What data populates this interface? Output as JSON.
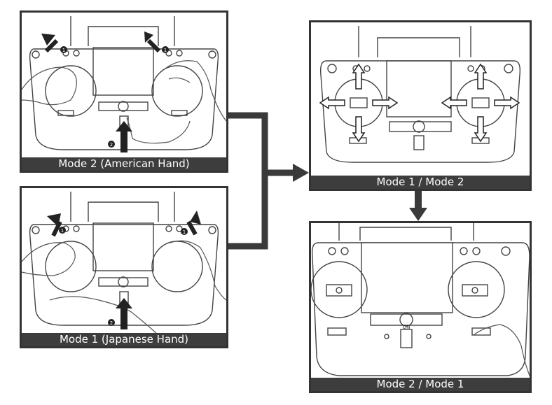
{
  "panels": {
    "p1": {
      "caption": "Mode 2 (American Hand)"
    },
    "p2": {
      "caption": "Mode 1 (Japanese Hand)"
    },
    "p3": {
      "caption": "Mode 1 / Mode 2"
    },
    "p4": {
      "caption": "Mode 2 / Mode 1"
    }
  },
  "steps": {
    "one": "1",
    "two": "2"
  },
  "switch_label": "ON",
  "colors": {
    "frame": "#333333",
    "caption_bg": "#3d3d3d",
    "arrow": "#3a3a3a"
  }
}
